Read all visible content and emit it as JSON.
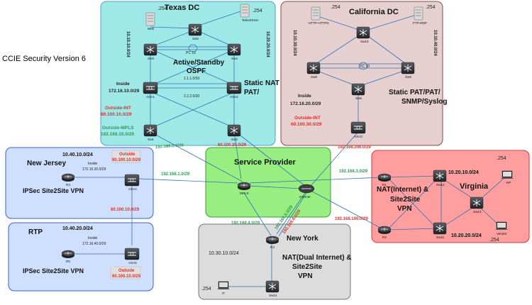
{
  "header": {
    "title": "CCIE Security Version 6"
  },
  "regions": {
    "texas": {
      "title": "Texas DC",
      "subnet_left": "10.10.10.0/24",
      "subnet_right": "10.20.20.0/24",
      "note1": "Active/Standby",
      "note2": "OSPF",
      "ip1": "1.1.1.0/30",
      "ip2": "2.2.2.0/30",
      "inside": "Inside",
      "inside_net": "172.16.10.0/29",
      "static_nat": "Static  NAT",
      "pat": "PAT/",
      "outside_int": "Outside-INT",
      "outside_int_net": "80.100.10.0/29",
      "outside_mpls": "Outside-MPLS",
      "outside_mpls_net": "192.168.10.0/29",
      "po": "PC 10"
    },
    "california": {
      "title": "California DC",
      "subnet_left": "10.10.30.0/24",
      "subnet_right": "10.10.40.0/24",
      "inside": "Inside",
      "inside_net": "172.16.20.0/29",
      "static": "Static  PAT/PAT/",
      "snmp": "SNMP/Syslog",
      "outside_int": "Outside-INT",
      "outside_int_net": "60.100.30.0/29",
      "po": "PC 10"
    },
    "newjersey": {
      "title": "New Jersey",
      "subnet": "10.40.10.0/24",
      "outside": "Outside",
      "outside_net_top": "60.100.10.0/29",
      "inside": "Inside",
      "inside_net": "172.16.30.0/29",
      "vpn": "IPSec Site2Site VPN",
      "outside_net_bottom": "60.100.10.0/29"
    },
    "rtp": {
      "title": "RTP",
      "subnet": "10.40.20.0/24",
      "inside": "Inside",
      "inside_net": "172.16.40.0/29",
      "vpn": "IPSec Site2Site VPN",
      "outside": "Outside",
      "outside_net": "60.100.10.0/29"
    },
    "sp": {
      "title": "Service Provider"
    },
    "newyork": {
      "title": "New York",
      "subnet": "10.30.10.0/24",
      "nat1": "NAT(Dual Internet) &",
      "nat2": "Site2Site",
      "nat3": "VPN",
      "suffix": ".254"
    },
    "virginia": {
      "title": "Virginia",
      "subnet_top": "10.20.10.0/24",
      "subnet_bottom": "10.20.20.0/24",
      "nat1": "NAT(Internet) &",
      "nat2": "Site2Site",
      "nat3": "VPN",
      "suffix1": ".254",
      "suffix2": ".254"
    }
  },
  "links": {
    "tx_mpls": "192.168.2.0/29",
    "tx_int": "80.100.20.0/29",
    "nj_mpls": "192.168.1.0/29",
    "ny_mpls": "192.168.4.0/29",
    "ny_int1": "192.168.5.0/29",
    "ny_int2": "192.168.6.0/29",
    "ca_int": "192.168.200.0/29",
    "va_mpls": "192.168.3.0/29",
    "va_int": "192.168.100.0/29"
  },
  "nodes": {
    "web": "Web",
    "telnet": "Telnet/SSH",
    "sw5": "Sw5",
    "sw3": "Sw3",
    "sw4": "Sw4",
    "asa1": "ASA1",
    "asa2": "ASA2",
    "sw1": "Sw1",
    "sw2": "Sw2",
    "http": "HTTP-HTTPS",
    "ftp": "FTP-RDP",
    "sw10": "Sw10",
    "sw8": "Sw8",
    "sw9": "Sw9",
    "sw6": "Sw6",
    "asa3": "ASA3",
    "r4": "R4",
    "asa4": "ASA4",
    "r5": "R5",
    "asa5": "ASA5",
    "mpls": "MPLS",
    "internet": "Internet",
    "r3": "R3",
    "it": "IT",
    "sw14": "Sw14",
    "r1": "R1",
    "r2": "R2",
    "sw12": "Sw12",
    "sw11": "Sw11",
    "sw13": "Sw13",
    "vip": "VIP",
    "vendor": "Vendor",
    "s254a": ".254",
    "s254b": ".254",
    "s254c": ".254",
    "s254d": ".254"
  },
  "colors": {
    "texas": "#9fe8e8",
    "california": "#e5cfcf",
    "blue": "#cfe0ff",
    "sp": "#98ee80",
    "newyork": "#dcdcdc",
    "virginia": "#ff9e9e",
    "red": "#e0312c",
    "green": "#2e9a57"
  }
}
